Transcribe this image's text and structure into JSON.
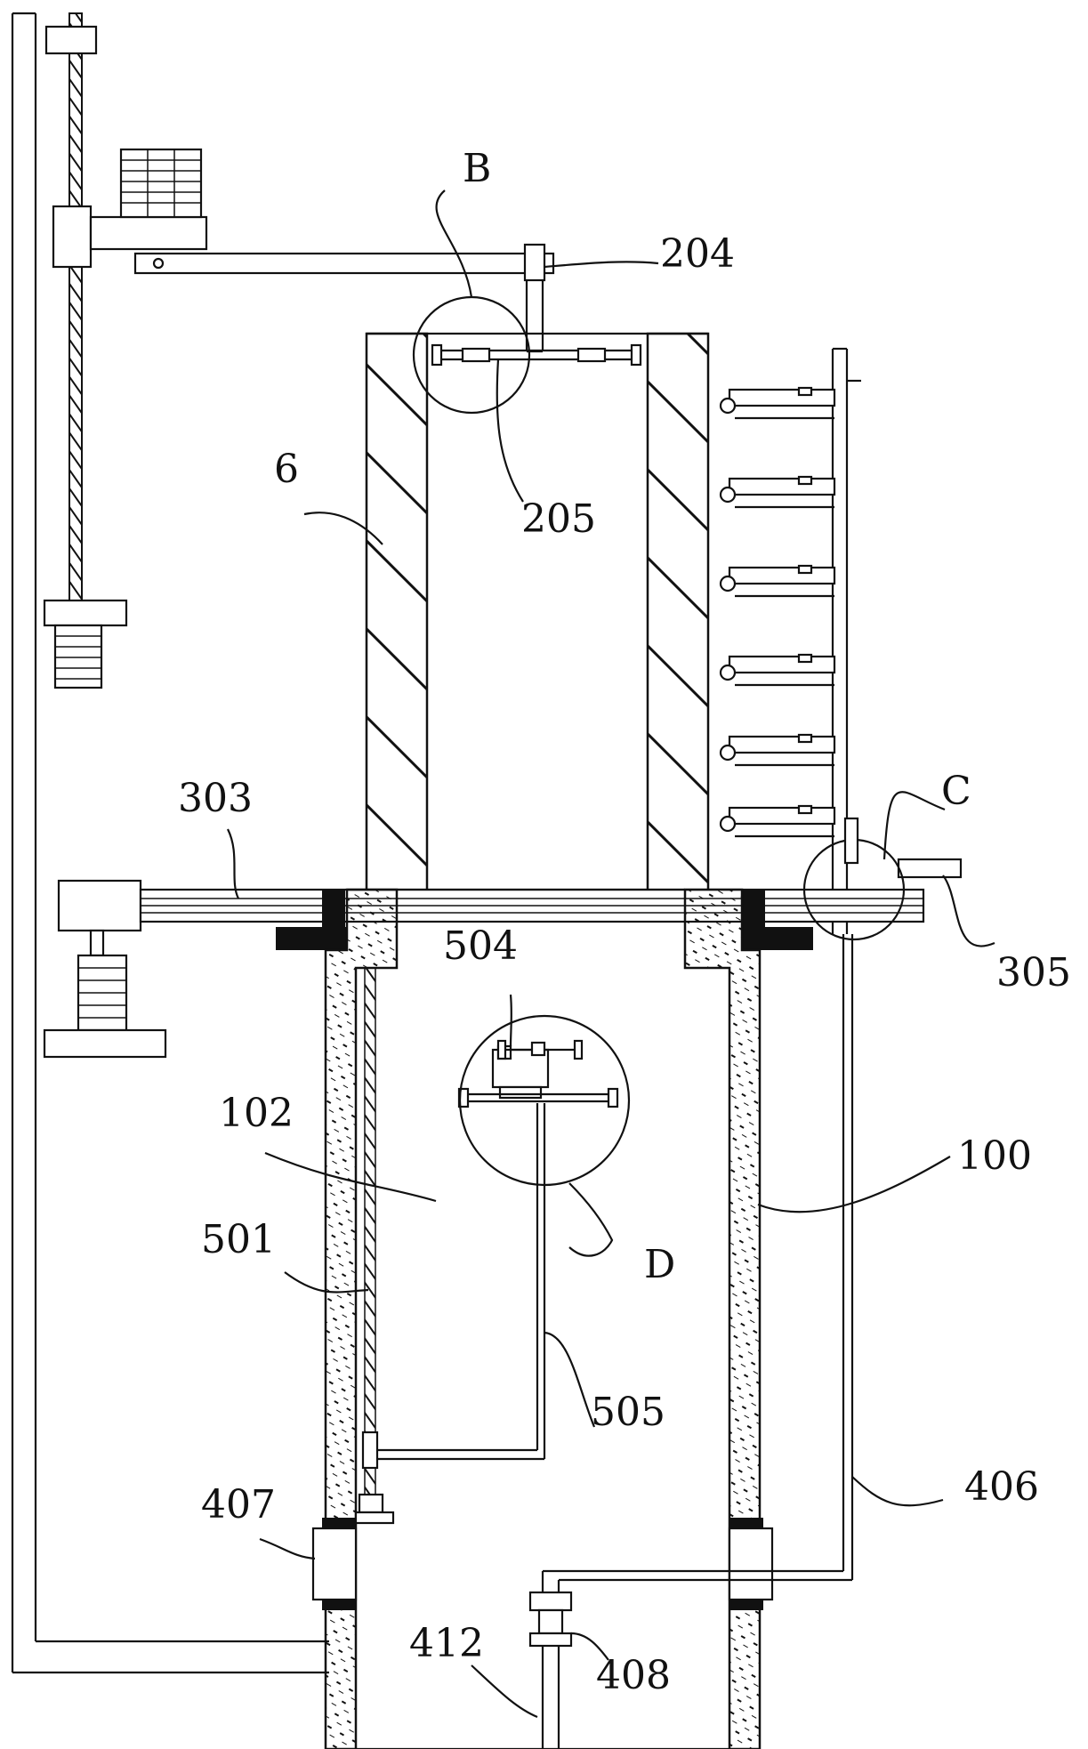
{
  "labels": {
    "b": "B",
    "c": "C",
    "d": "D",
    "n6": "6",
    "n100": "100",
    "n102": "102",
    "n204": "204",
    "n205": "205",
    "n303": "303",
    "n305": "305",
    "n406": "406",
    "n407": "407",
    "n408": "408",
    "n412": "412",
    "n501": "501",
    "n504": "504",
    "n505": "505"
  },
  "colors": {
    "line": "#111111",
    "background": "#ffffff"
  }
}
